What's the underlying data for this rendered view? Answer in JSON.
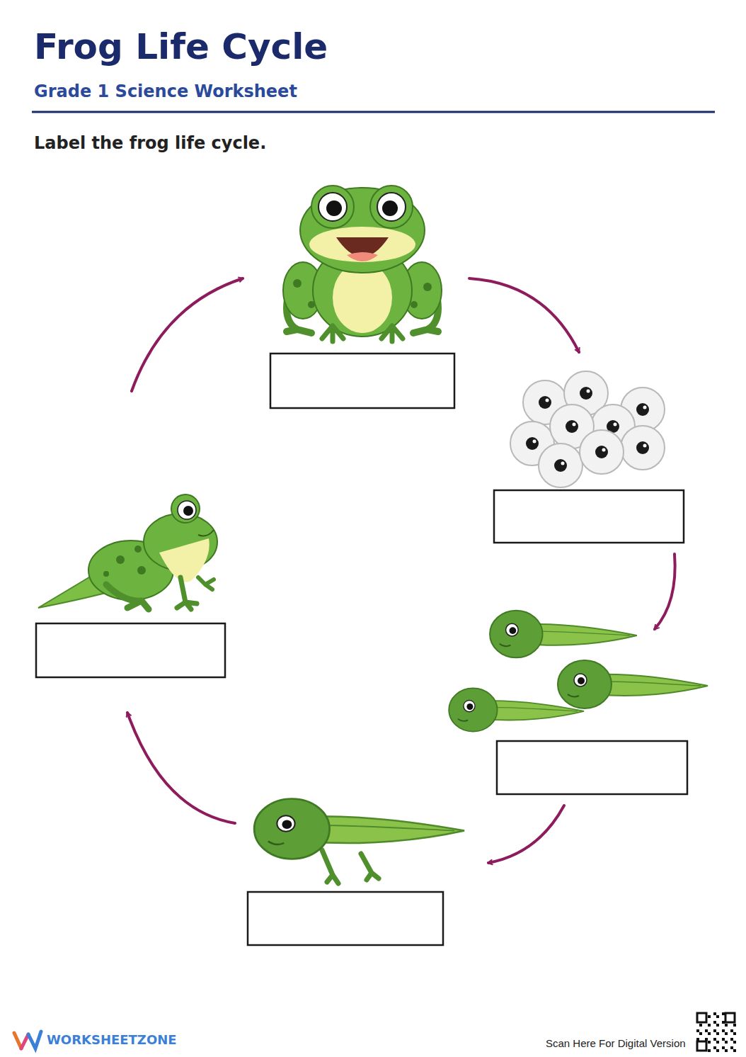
{
  "diagram": {
    "title": "Frog Life Cycle",
    "labels": [
      "Grade 1 Science Worksheet",
      "Label the frog life cycle.",
      "WORKSHEETZONE",
      "Scan Here For Digital Version"
    ]
  }
}
